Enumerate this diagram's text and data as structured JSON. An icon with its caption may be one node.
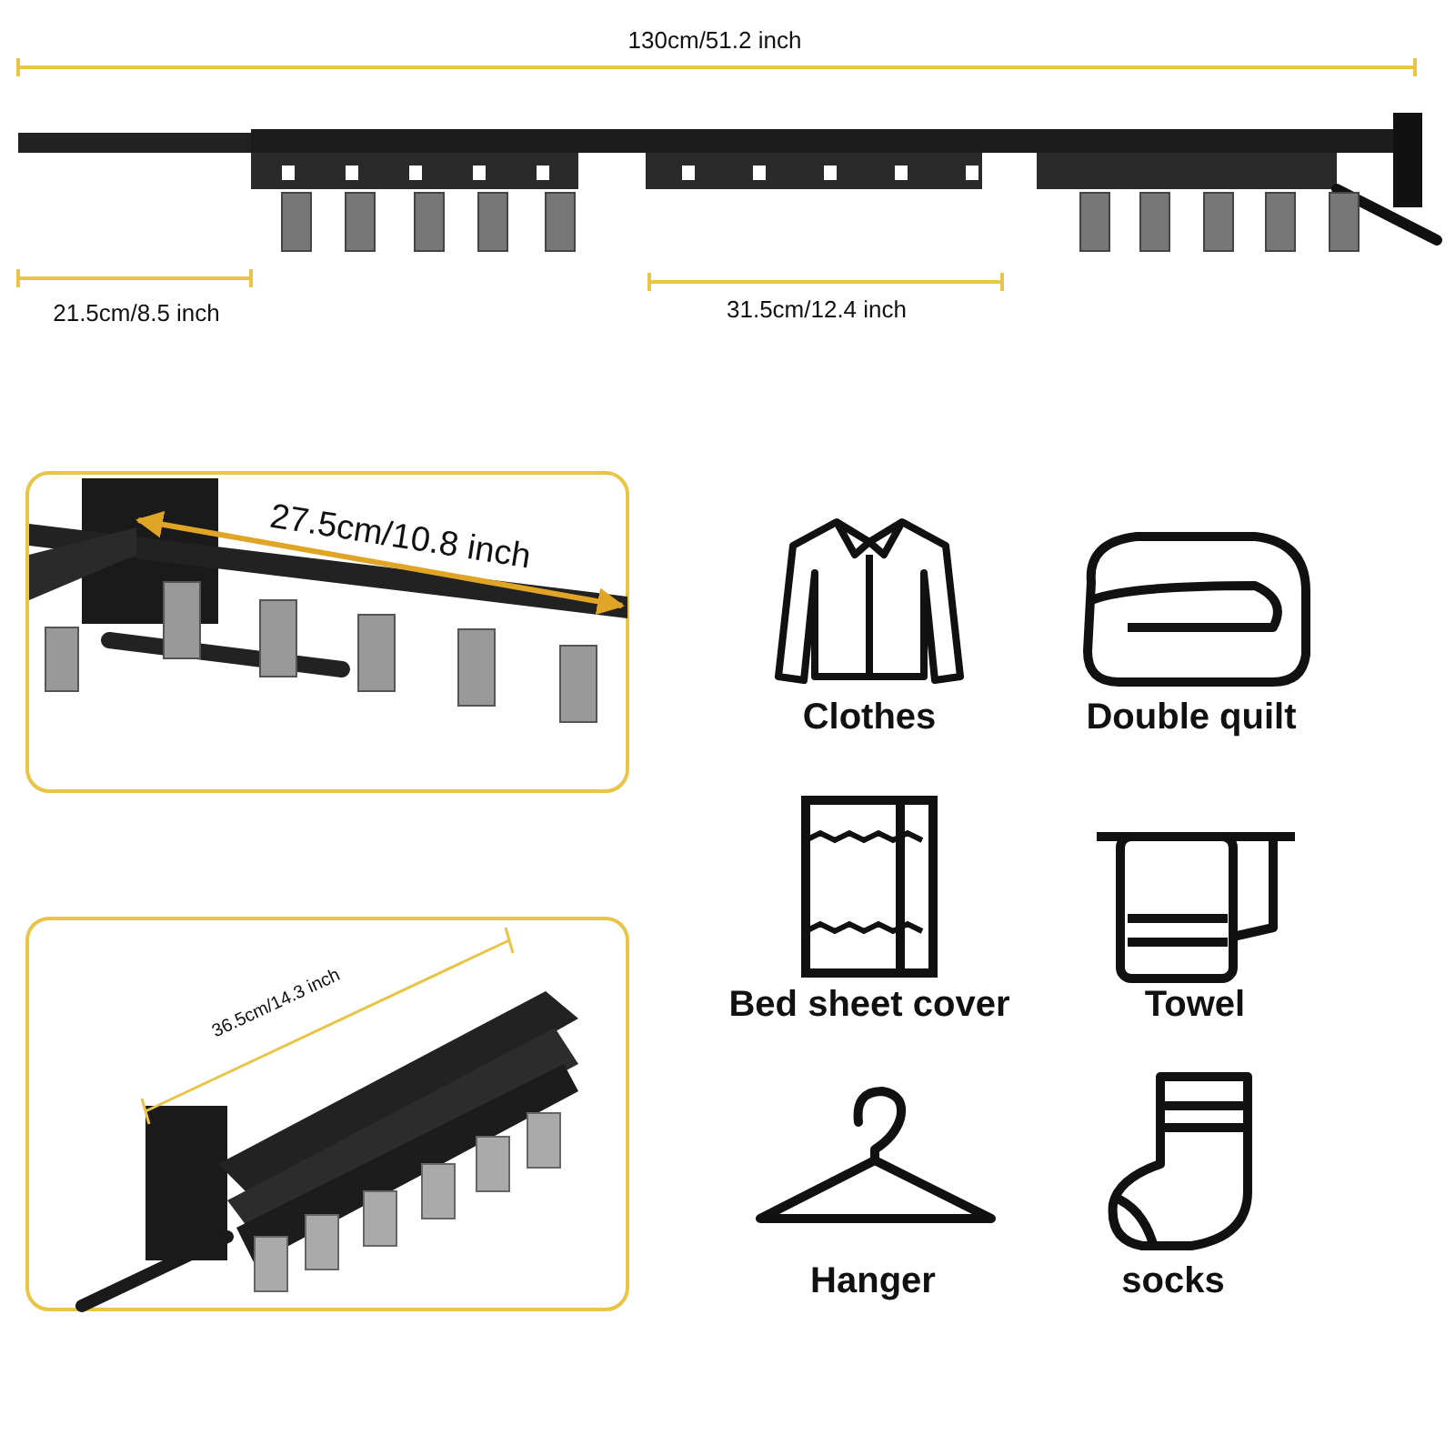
{
  "diagram": {
    "labels": [
      "130cm/51.2 inch",
      "21.5cm/8.5 inch",
      "31.5cm/12.4 inch",
      "27.5cm/10.8 inch",
      "Clothes",
      "Double quilt",
      "36.5cm/14.3 inch",
      "Bed sheet cover",
      "Towel",
      "Hanger",
      "socks"
    ]
  }
}
